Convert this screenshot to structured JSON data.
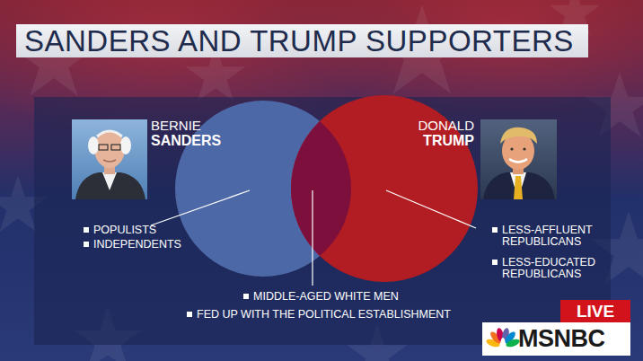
{
  "diagram": {
    "title": "SANDERS AND TRUMP SUPPORTERS",
    "labels": [
      "BERNIE",
      "SANDERS",
      "DONALD",
      "TRUMP",
      "POPULISTS",
      "INDEPENDENTS",
      "LESS-AFFLUENT REPUBLICANS",
      "LESS-EDUCATED REPUBLICANS",
      "MIDDLE-AGED WHITE MEN",
      "FED UP WITH THE POLITICAL ESTABLISHMENT",
      "LIVE",
      "MSNBC"
    ]
  }
}
